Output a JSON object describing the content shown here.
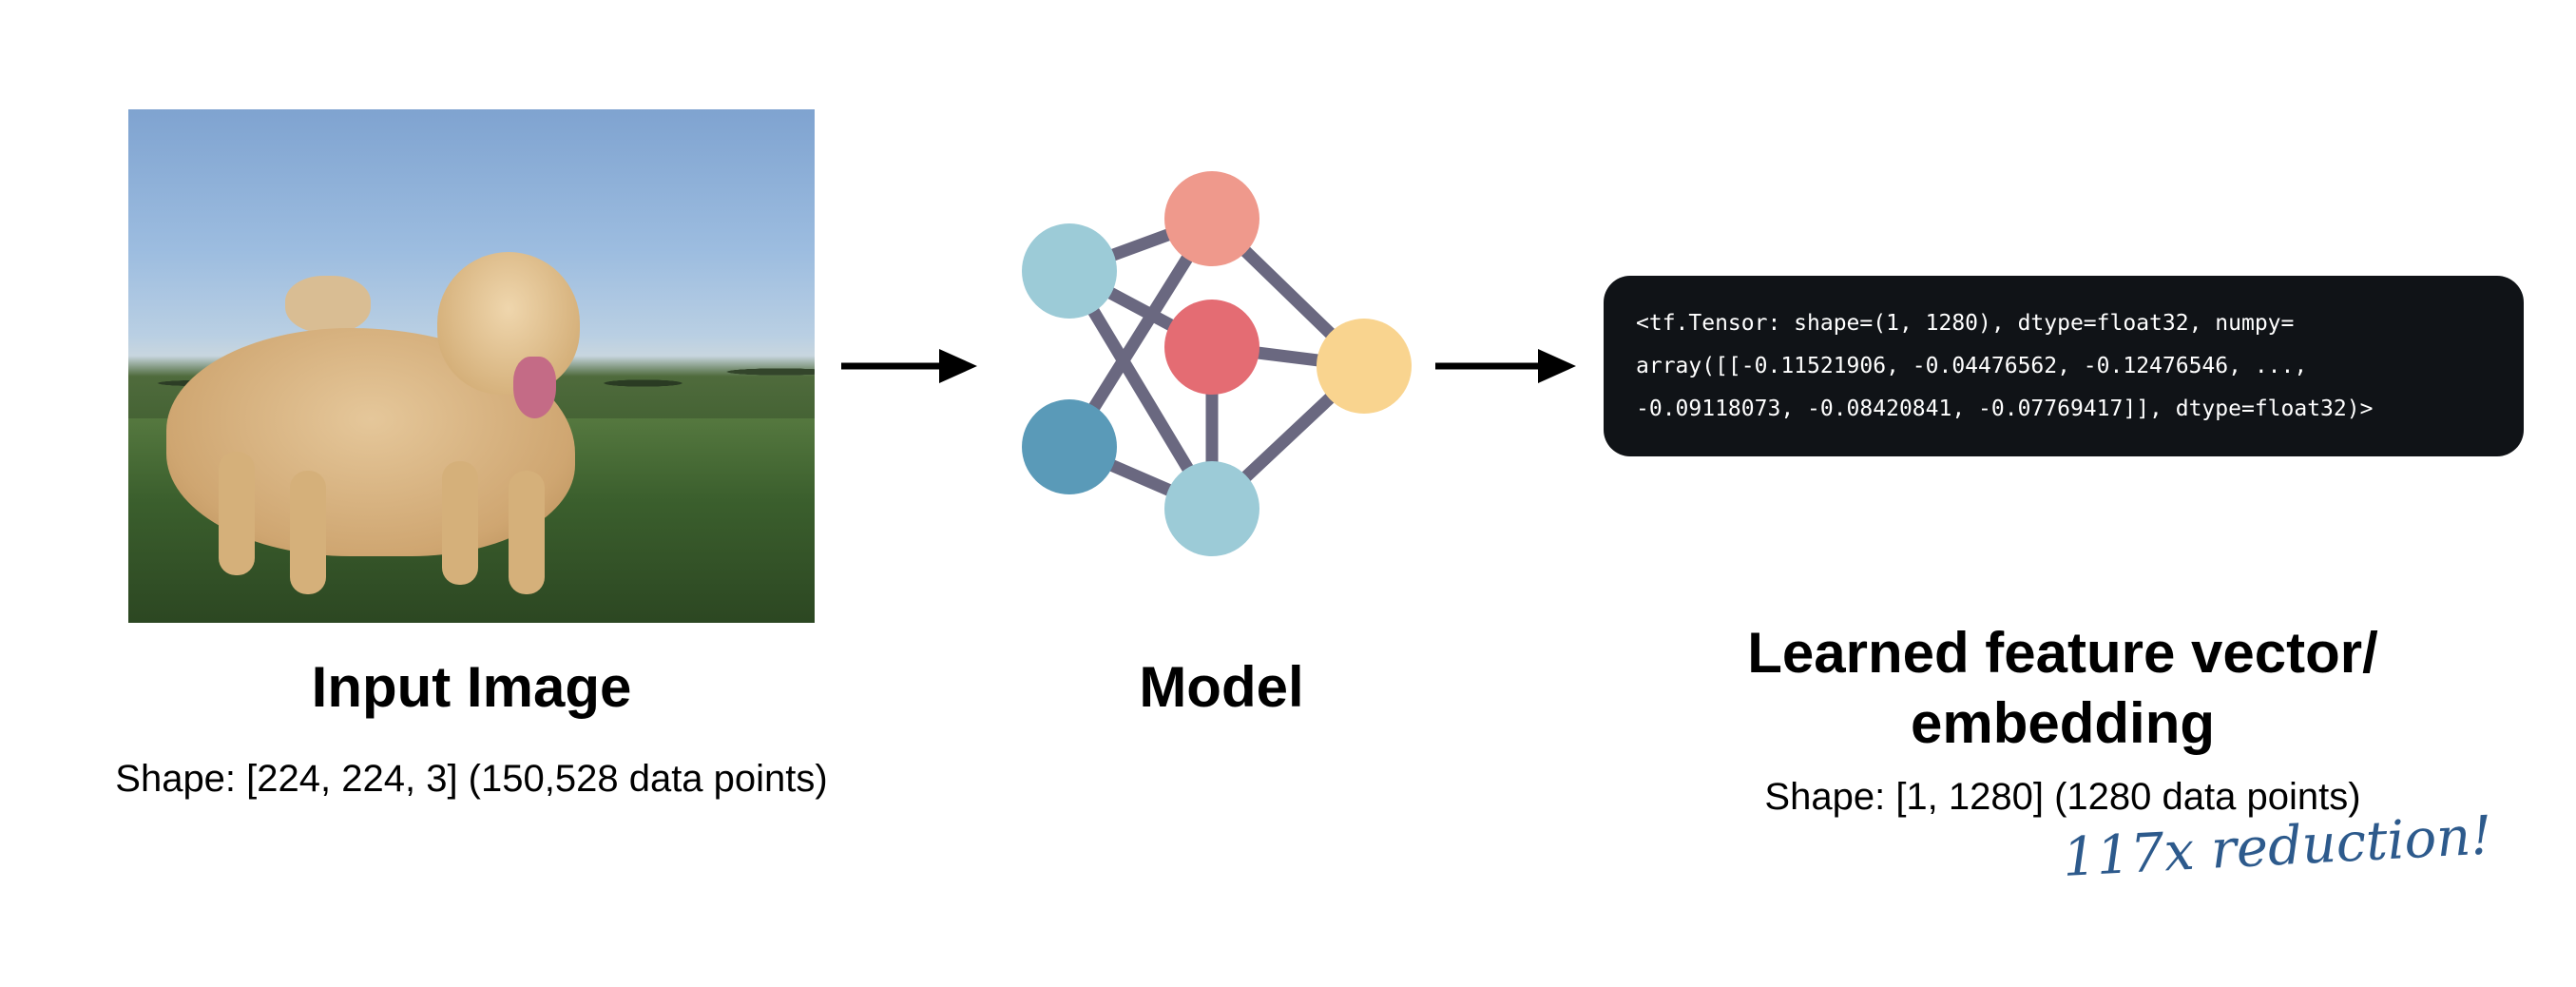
{
  "input": {
    "title": "Input Image",
    "shape": "Shape: [224, 224, 3] (150,528 data points)"
  },
  "model": {
    "title": "Model",
    "node_colors": [
      "#9ccbd7",
      "#ef998c",
      "#e46c73",
      "#f9d48f",
      "#5a9ab8",
      "#9ccbd7"
    ],
    "edge_color": "#6a6880"
  },
  "output": {
    "tensor_lines": [
      "<tf.Tensor: shape=(1, 1280), dtype=float32, numpy=",
      "array([[-0.11521906, -0.04476562, -0.12476546, ...,",
      "-0.09118073, -0.08420841, -0.07769417]], dtype=float32)>"
    ],
    "title_line1": "Learned feature vector/",
    "title_line2": "embedding",
    "shape": "Shape: [1, 1280] (1280 data points)",
    "annotation": "117x reduction!"
  },
  "colors": {
    "tensor_bg": "#101317",
    "annotation": "#2d5a8c",
    "arrow": "#000000"
  }
}
